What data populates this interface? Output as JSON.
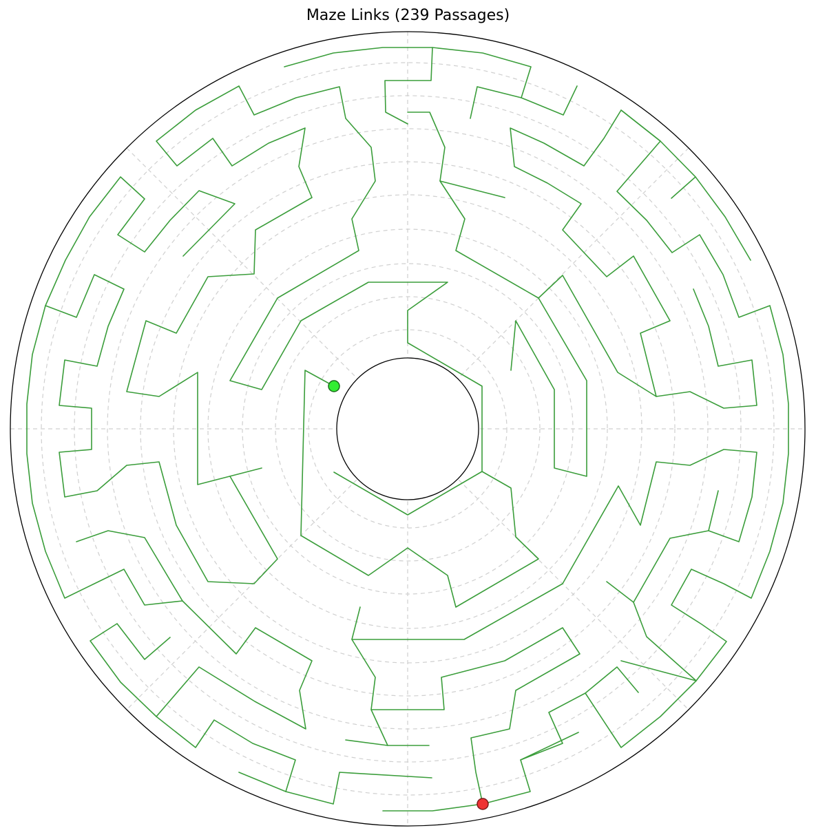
{
  "title": "Maze Links (239 Passages)",
  "colors": {
    "passage": "#3a9d3a",
    "grid": "#cfcfcf",
    "start_marker": "#33ee33",
    "end_marker": "#ee3333",
    "frame": "#000000"
  },
  "maze": {
    "rings": 11,
    "passage_count": 239
  }
}
